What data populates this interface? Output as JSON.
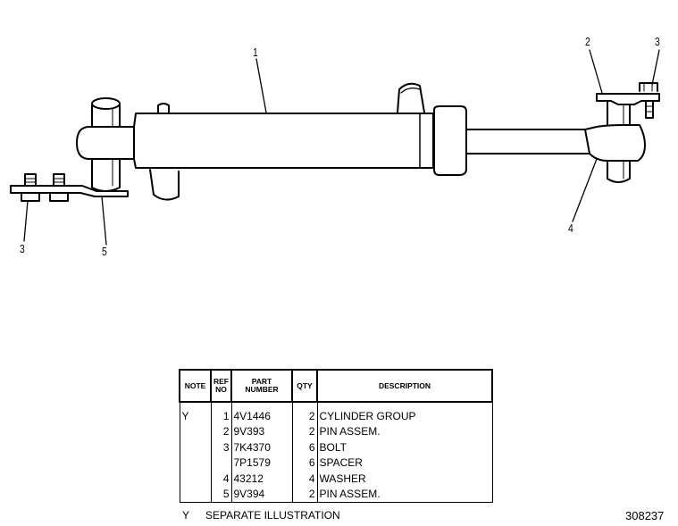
{
  "callouts": [
    "1",
    "2",
    "3",
    "3",
    "4",
    "5"
  ],
  "table": {
    "headers": {
      "note": "NOTE",
      "ref_line1": "REF",
      "ref_line2": "NO",
      "part_line1": "PART",
      "part_line2": "NUMBER",
      "qty": "QTY",
      "description": "DESCRIPTION"
    },
    "rows": [
      {
        "note": "Y",
        "ref": "1",
        "part": "4V1446",
        "qty": "2",
        "description": "CYLINDER GROUP"
      },
      {
        "note": "",
        "ref": "2",
        "part": "9V393",
        "qty": "2",
        "description": "PIN ASSEM."
      },
      {
        "note": "",
        "ref": "3",
        "part": "7K4370",
        "qty": "6",
        "description": "BOLT"
      },
      {
        "note": "",
        "ref": "",
        "part": "7P1579",
        "qty": "6",
        "description": "SPACER"
      },
      {
        "note": "",
        "ref": "4",
        "part": "43212",
        "qty": "4",
        "description": "WASHER"
      },
      {
        "note": "",
        "ref": "5",
        "part": "9V394",
        "qty": "2",
        "description": "PIN ASSEM."
      }
    ]
  },
  "footnote": {
    "symbol": "Y",
    "text": "SEPARATE ILLUSTRATION"
  },
  "drawing_number": "308237"
}
